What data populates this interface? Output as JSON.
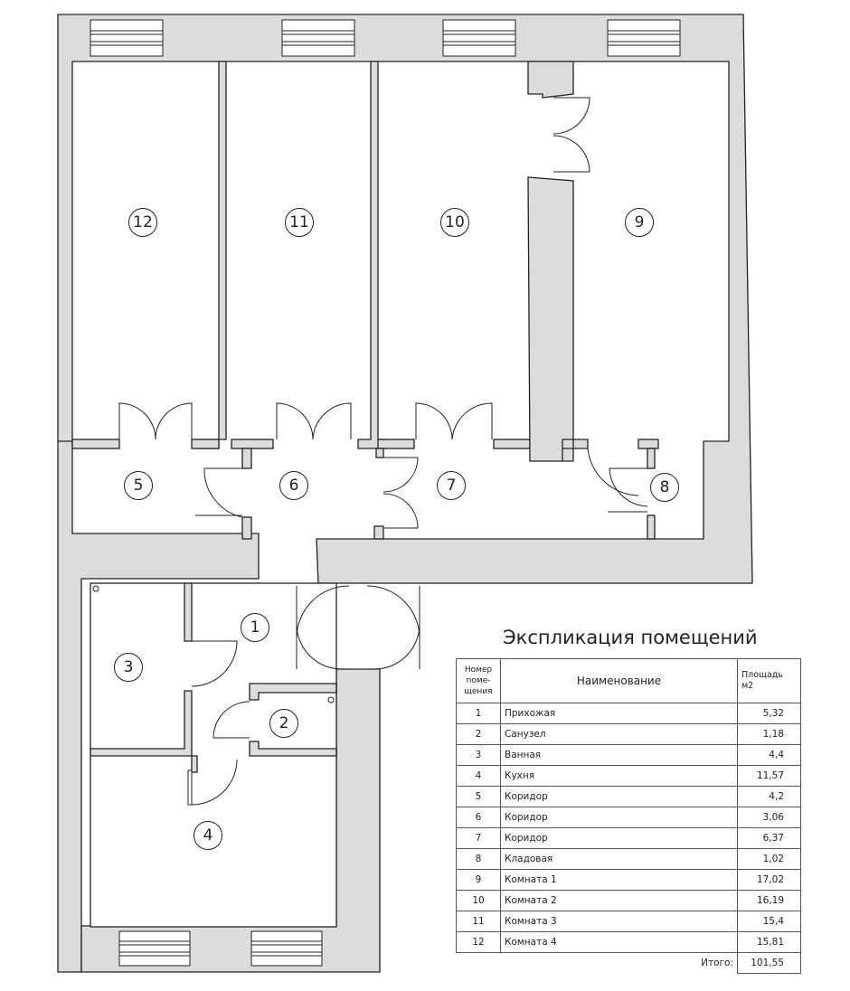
{
  "rooms": {
    "r1": "1",
    "r2": "2",
    "r3": "3",
    "r4": "4",
    "r5": "5",
    "r6": "6",
    "r7": "7",
    "r8": "8",
    "r9": "9",
    "r10": "10",
    "r11": "11",
    "r12": "12"
  },
  "explication": {
    "title": "Экспликация помещений",
    "headers": {
      "number": "Номер поме-щения",
      "name": "Наименование",
      "area": "Площадь м2"
    },
    "rows": [
      {
        "num": "1",
        "name": "Прихожая",
        "area": "5,32"
      },
      {
        "num": "2",
        "name": "Санузел",
        "area": "1,18"
      },
      {
        "num": "3",
        "name": "Ванная",
        "area": "4,4"
      },
      {
        "num": "4",
        "name": "Кухня",
        "area": "11,57"
      },
      {
        "num": "5",
        "name": "Коридор",
        "area": "4,2"
      },
      {
        "num": "6",
        "name": "Коридор",
        "area": "3,06"
      },
      {
        "num": "7",
        "name": "Коридор",
        "area": "6,37"
      },
      {
        "num": "8",
        "name": "Кладовая",
        "area": "1,02"
      },
      {
        "num": "9",
        "name": "Комната 1",
        "area": "17,02"
      },
      {
        "num": "10",
        "name": "Комната 2",
        "area": "16,19"
      },
      {
        "num": "11",
        "name": "Комната 3",
        "area": "15,4"
      },
      {
        "num": "12",
        "name": "Комната 4",
        "area": "15,81"
      }
    ],
    "total_label": "Итого:",
    "total_value": "101,55"
  },
  "colors": {
    "wall_fill": "#dcdcdc",
    "stroke": "#222222",
    "background": "#ffffff"
  }
}
